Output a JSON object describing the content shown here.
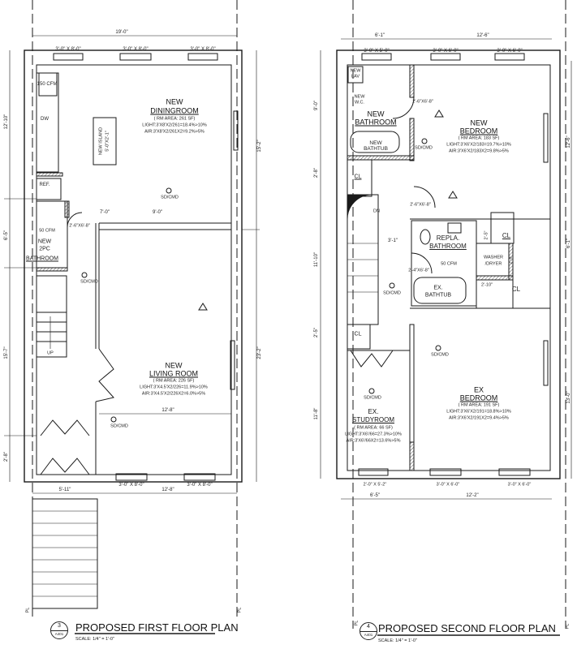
{
  "first_floor": {
    "title": "PROPOSED FIRST FLOOR PLAN",
    "scale": "SCALE: 1/4\" = 1'-0\"",
    "detail_number": "3",
    "sheet": "A401",
    "property_line": "PL",
    "dimensions": {
      "overall_width": "19'-0\"",
      "left_1": "12'-10\"",
      "left_2": "6'-5\"",
      "left_3": "15'-7\"",
      "left_4": "2'-8\"",
      "right_1": "15'-2\"",
      "right_2": "23'-2\"",
      "hall_1": "7'-0\"",
      "hall_2": "9'-0\"",
      "living_width": "12'-8\"",
      "bottom_1": "5'-11\"",
      "bottom_2": "12'-8\""
    },
    "windows": [
      "3'-0\" X 8'-0\"",
      "3'-0\" X 8'-0\"",
      "3'-0\" X 8'-0\"",
      "3'-0\" X 8'-0\"",
      "3'-0\" X 8'-0\""
    ],
    "dining": {
      "name_1": "NEW",
      "name_2": "DININGROOM",
      "area": "( RM AREA: 261 SF)",
      "light": "LIGHT:3'X8'X2/261=18.4%>10%",
      "air": "AIR:3'X8'X2/261X2=9.2%>5%"
    },
    "island": [
      "NEW ISLAND",
      "5'-0\"X2'-1\""
    ],
    "kitchen": {
      "fan": "150 CFM",
      "dw": "DW",
      "ref": "REF."
    },
    "bathroom": {
      "fan": "50 CFM",
      "name_1": "NEW",
      "name_2": "2PC",
      "name_3": "BATHROOM",
      "door": "2'-6\"X6'-8\""
    },
    "stairs": "UP",
    "living": {
      "name_1": "NEW",
      "name_2": "LIVING ROOM",
      "area": "( RM AREA: 226 SF)",
      "light": "LIGHT:3'X4.5'X2/226=11.9%>10%",
      "air": "AIR:3'X4.5'X2/226X2=6.0%>5%"
    },
    "detector": "SD/CMD"
  },
  "second_floor": {
    "title": "PROPOSED SECOND FLOOR PLAN",
    "scale": "SCALE: 1/4\" = 1'-0\"",
    "detail_number": "4",
    "sheet": "A401",
    "property_line": "PL",
    "dimensions": {
      "top_1": "6'-1\"",
      "top_2": "12'-6\"",
      "left_1": "9'-0\"",
      "left_2": "2'-8\"",
      "left_3": "11'-10\"",
      "left_4": "2'-5\"",
      "left_5": "11'-8\"",
      "right_1": "12'-6\"",
      "right_2": "6'-1\"",
      "right_3": "13'-0\"",
      "hall": "3'-1\"",
      "cl_1": "2'-5\"",
      "wd": "2'-8\"",
      "cl_2": "2'-10\"",
      "bottom_1": "6'-5\"",
      "bottom_2": "12'-2\""
    },
    "windows_top": [
      "3'-0\" X 5'-0\"",
      "3'-0\" X 6'-0\"",
      "3'-0\" X 6'-0\""
    ],
    "windows_bottom": [
      "2'-0\" X 5'-2\"",
      "3'-0\" X 6'-0\"",
      "3'-0\" X 6'-0\""
    ],
    "doors": [
      "2'-6\"X6'-8\"",
      "2'-6\"X6'-8\"",
      "2'-4\"X6'-8\""
    ],
    "new_bathroom": {
      "lav": [
        "NEW",
        "LAV"
      ],
      "wc": [
        "NEW",
        "W.C."
      ],
      "name_1": "NEW",
      "name_2": "BATHROOM",
      "tub_1": "NEW",
      "tub_2": "BATHTUB"
    },
    "new_bedroom": {
      "name_1": "NEW",
      "name_2": "BEDROOM",
      "area": "( RM AREA: 183 SF)",
      "light": "LIGHT:3'X6'X2/183=19.7%>10%",
      "air": "AIR:3'X6'X2/183X2=9.8%>5%"
    },
    "closet": "CL",
    "stairs": "DN",
    "repla_bathroom": {
      "name_1": "REPLA.",
      "name_2": "BATHROOM",
      "fan": "50 CFM",
      "tub_1": "EX.",
      "tub_2": "BATHTUB"
    },
    "laundry": [
      "WASHER",
      "/DRYER"
    ],
    "study": {
      "name_1": "EX.",
      "name_2": "STUDYROOM",
      "area": "( RM AREA: 66 SF)",
      "light": "LIGHT:3'X6'/66=27.3%>10%",
      "air": "AIR:3'X6'/66X2=13.6%>5%"
    },
    "ex_bedroom": {
      "name_1": "EX",
      "name_2": "BEDROOM",
      "area": "( RM AREA: 191 SF)",
      "light": "LIGHT:3'X6'X2/191=18.8%>10%",
      "air": "AIR:3'X6'X2/191X2=9.4%>5%"
    },
    "detector": "SD/CMD"
  },
  "colors": {
    "line": "#1a1a1a",
    "hatch": "#555555",
    "paper": "#ffffff"
  }
}
